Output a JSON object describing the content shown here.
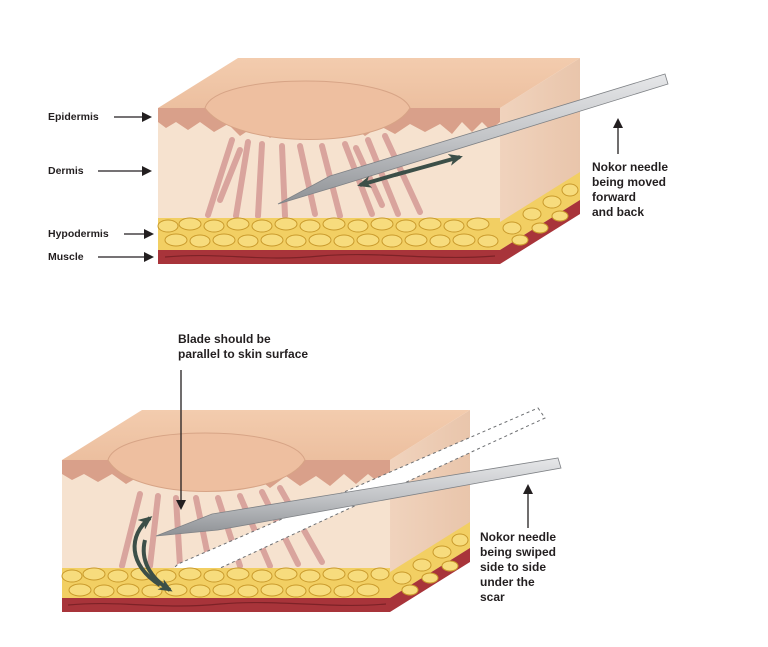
{
  "top_panel": {
    "layer_labels": {
      "epidermis": "Epidermis",
      "dermis": "Dermis",
      "hypodermis": "Hypodermis",
      "muscle": "Muscle"
    },
    "needle_caption": "Nokor needle\nbeing moved\nforward\nand back"
  },
  "bottom_panel": {
    "blade_caption": "Blade should be\nparallel to skin surface",
    "needle_caption": "Nokor needle\nbeing swiped\nside to side\nunder the\nscar"
  },
  "colors": {
    "skin_top": "#f2c7a8",
    "skin_side": "#edc4a8",
    "dermis": "#f6e2cf",
    "epidermis_band": "#d9a08a",
    "fat": "#f2cf63",
    "fat_edge": "#c99a2c",
    "muscle": "#a8343a",
    "needle": "#c4c6c9",
    "motion_arrow": "#3c4f48"
  }
}
